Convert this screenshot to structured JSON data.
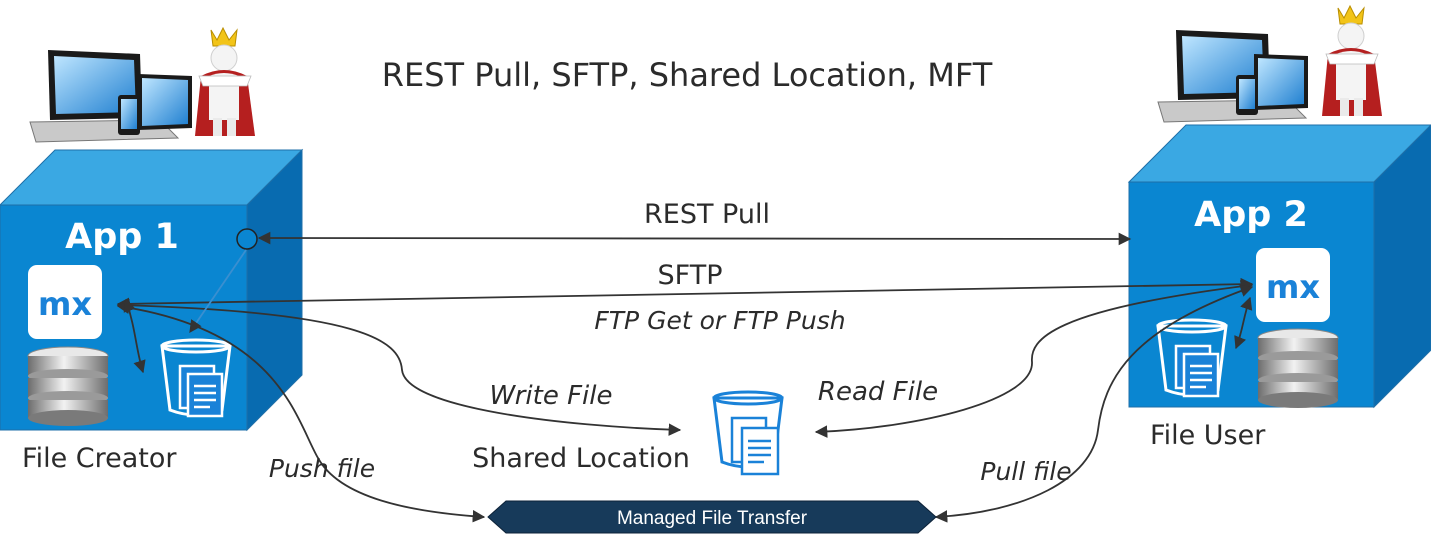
{
  "title": "REST Pull, SFTP, Shared Location, MFT",
  "app1": {
    "name": "App 1",
    "caption": "File Creator",
    "logo": "mx"
  },
  "app2": {
    "name": "App 2",
    "caption": "File User",
    "logo": "mx"
  },
  "connections": {
    "rest_pull": "REST Pull",
    "sftp": "SFTP",
    "ftp_note": "FTP Get or FTP Push",
    "write_file": "Write File",
    "read_file": "Read File",
    "push_file": "Push file",
    "pull_file": "Pull file"
  },
  "shared_location": "Shared Location",
  "mft": "Managed File Transfer",
  "icons": [
    "laptop-devices-icon",
    "king-figure-icon",
    "mendix-logo-icon",
    "database-icon",
    "file-bucket-icon"
  ],
  "colors": {
    "cube_front": "#0a86d1",
    "cube_top": "#3aa8e3",
    "cube_side": "#086bb0",
    "mx_blue": "#1a82d8",
    "mft_bar": "#173a5a",
    "arrow": "#333333"
  }
}
